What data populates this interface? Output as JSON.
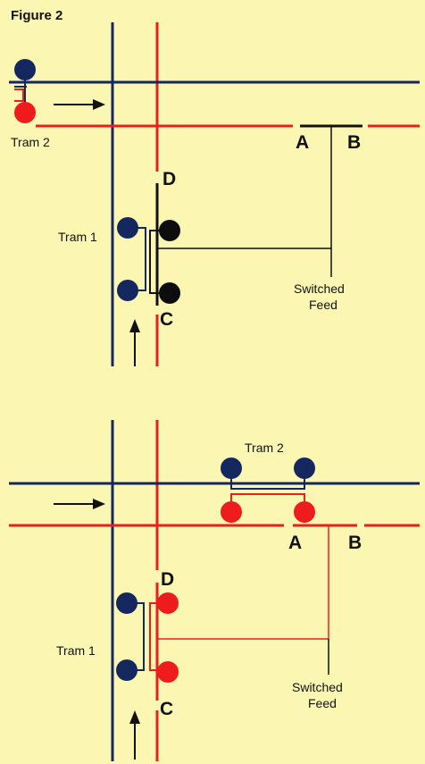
{
  "title": "Figure 2",
  "colors": {
    "background": "#fbf6b2",
    "blue_rail": "#14285f",
    "red_rail": "#e8201c",
    "blue_wheel": "#14285f",
    "red_wheel": "#ee1c1c",
    "black_wheel": "#0d0d0d",
    "feed_wire": "#111111"
  },
  "panel1": {
    "tram2_label": "Tram 2",
    "tram1_label": "Tram 1",
    "point_A": "A",
    "point_B": "B",
    "point_C": "C",
    "point_D": "D",
    "switched_feed_line1": "Switched",
    "switched_feed_line2": "Feed"
  },
  "panel2": {
    "tram2_label": "Tram 2",
    "tram1_label": "Tram 1",
    "point_A": "A",
    "point_B": "B",
    "point_C": "C",
    "point_D": "D",
    "switched_feed_line1": "Switched",
    "switched_feed_line2": "Feed"
  }
}
